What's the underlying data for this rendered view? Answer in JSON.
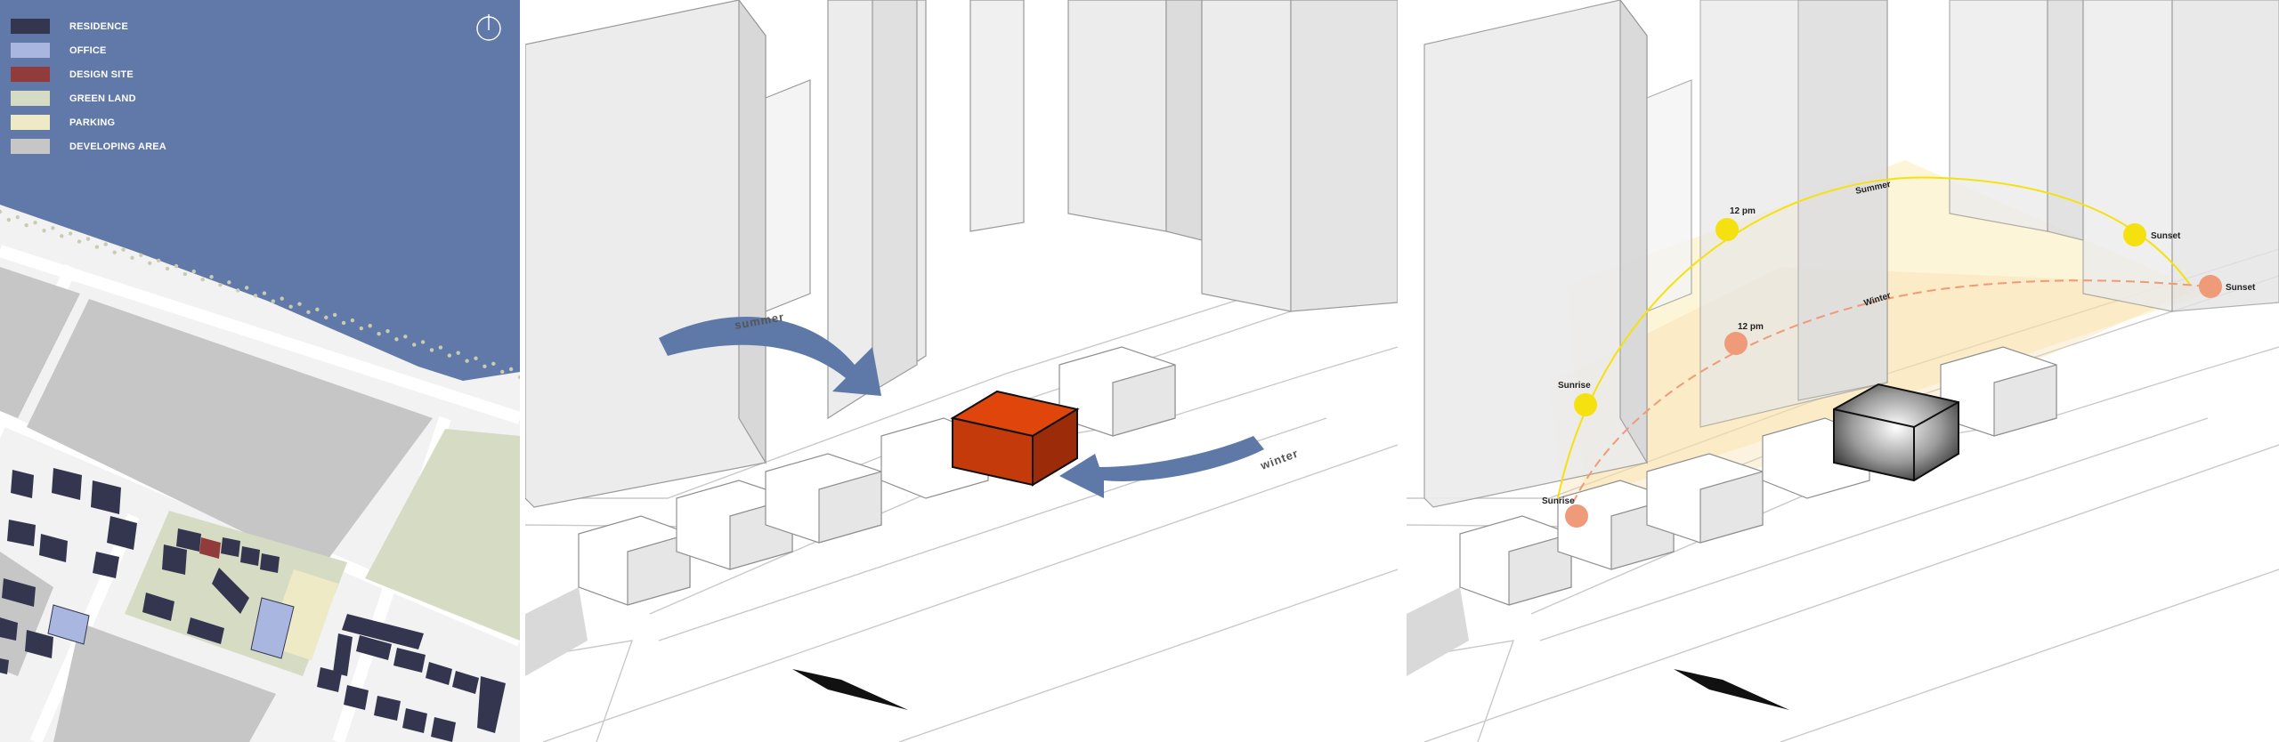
{
  "colors": {
    "water": "#6179a8",
    "residence": "#34364f",
    "office": "#a9b6e0",
    "design_site": "#923b3b",
    "green_land": "#d6dcc4",
    "parking": "#efeac6",
    "developing_area": "#c6c6c6",
    "massing_red": "#d9420e",
    "wind_arrow": "#5e79a8",
    "summer_sun": "#f5e10f",
    "winter_sun": "#ef9a78"
  },
  "legend": [
    {
      "label": "RESIDENCE",
      "color": "#34364f"
    },
    {
      "label": "OFFICE",
      "color": "#a9b6e0"
    },
    {
      "label": "DESIGN SITE",
      "color": "#923b3b"
    },
    {
      "label": "GREEN LAND",
      "color": "#d6dcc4"
    },
    {
      "label": "PARKING",
      "color": "#efeac6"
    },
    {
      "label": "DEVELOPING AREA",
      "color": "#c6c6c6"
    }
  ],
  "wind": {
    "summer_label": "summer",
    "winter_label": "winter"
  },
  "sun": {
    "summer_label": "Summer",
    "winter_label": "Winter",
    "summer_sunrise": "Sunrise",
    "summer_noon": "12 pm",
    "summer_sunset": "Sunset",
    "winter_sunrise": "Sunrise",
    "winter_noon": "12 pm",
    "winter_sunset": "Sunset"
  }
}
